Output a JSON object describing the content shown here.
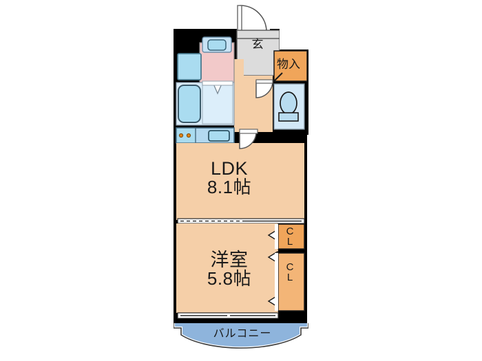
{
  "document": {
    "kind": "floor-plan",
    "layout_type": "1LDK",
    "background_color": "#ffffff"
  },
  "rooms": [
    {
      "id": "ldk",
      "name_line1": "LDK",
      "name_line2": "8.1帖",
      "area_tatami": 8.1,
      "fill_color": "#f5cfa8"
    },
    {
      "id": "washitsu",
      "name_line1": "洋室",
      "name_line2": "5.8帖",
      "area_tatami": 5.8,
      "fill_color": "#f5cfa8"
    },
    {
      "id": "genkan",
      "name_line1": "玄",
      "fill_color": "#dcdcdc"
    },
    {
      "id": "monoire",
      "name_line1": "物入",
      "fill_color": "#f0a55a"
    },
    {
      "id": "closet-upper",
      "name_line1": "C",
      "name_line2": "L",
      "fill_color": "#f0a55a"
    },
    {
      "id": "closet-lower",
      "name_line1": "C",
      "name_line2": "L",
      "fill_color": "#f3b577"
    },
    {
      "id": "balcony",
      "name_line1": "バルコニー",
      "fill_color": "#8eb4dc"
    }
  ],
  "labels": {
    "ldk_line1": "LDK",
    "ldk_line2": "8.1帖",
    "washitsu_line1": "洋室",
    "washitsu_line2": "5.8帖",
    "genkan": "玄",
    "monoire": "物入",
    "closet_upper_line1": "C",
    "closet_upper_line2": "L",
    "closet_lower_line1": "C",
    "closet_lower_line2": "L",
    "balcony": "バルコニー"
  },
  "fixtures": [
    {
      "id": "bathtub",
      "kind": "bathtub",
      "fill_color": "#aadcf0"
    },
    {
      "id": "washbasin",
      "kind": "wash-basin",
      "fill_color": "#dceefa"
    },
    {
      "id": "toilet",
      "kind": "toilet",
      "fill_color": "#c8e3f5"
    },
    {
      "id": "kitchen-sink",
      "kind": "kitchen-sink",
      "fill_color": "#aadcf0"
    },
    {
      "id": "kitchen-stove",
      "kind": "stove-burners",
      "fill_color": "#e08214"
    },
    {
      "id": "shoe-box",
      "kind": "shoe-box",
      "fill_color": "#aadcf0"
    },
    {
      "id": "washer-space",
      "kind": "washing-machine-space",
      "fill_color": "#aadcf0"
    }
  ],
  "colors": {
    "wall": "#000000",
    "room_floor": "#f5cfa8",
    "closet": "#f0a55a",
    "closet_light": "#f3b577",
    "balcony": "#8eb4dc",
    "genkan": "#dcdcdc",
    "bath_zone": "#dceefa",
    "sanitary_pink": "#f2c9c9",
    "water_blue": "#aadcf0",
    "text": "#1a1a1a"
  }
}
